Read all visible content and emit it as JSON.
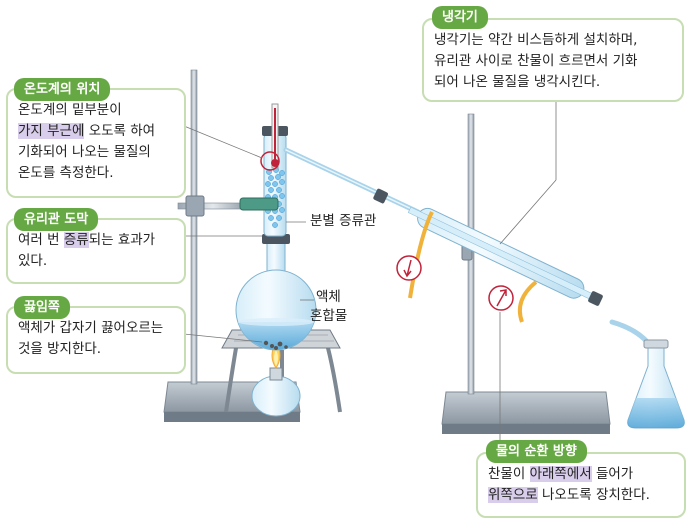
{
  "callouts": {
    "thermo": {
      "title": "온도계의 위치",
      "line1": "온도계의 밑부분이",
      "hl": "가지 부근에",
      "line2_rest": " 오도록 하여",
      "line3": "기화되어 나오는 물질의",
      "line4": "온도를 측정한다."
    },
    "column": {
      "title": "유리관 도막",
      "pre": "여러 번 ",
      "hl": "증류",
      "post": "되는 효과가",
      "line2": "있다."
    },
    "boiling": {
      "title": "끓임쪽",
      "line1": "액체가 갑자기 끓어오르는",
      "line2": "것을 방지한다."
    },
    "condenser": {
      "title": "냉각기",
      "line1": "냉각기는 약간 비스듬하게 설치하며,",
      "line2": "유리관 사이로 찬물이 흐르면서 기화",
      "line3": "되어 나온 물질을 냉각시킨다."
    },
    "water": {
      "title": "물의 순환 방향",
      "pre": "찬물이 ",
      "hl1": "아래쪽에서",
      "mid": " 들어가",
      "hl2": "위쪽으로",
      "post": " 나오도록 장치한다."
    }
  },
  "labels": {
    "fractional_column": "분별 증류관",
    "liquid_mixture_1": "액체",
    "liquid_mixture_2": "혼합물"
  },
  "colors": {
    "tag_green": "#66a843",
    "box_border": "#c7ddb2",
    "highlight": "#d8cdea",
    "glass": "#bfe3f5",
    "liquid": "#6fb6e0",
    "stand": "#8a98a5"
  }
}
